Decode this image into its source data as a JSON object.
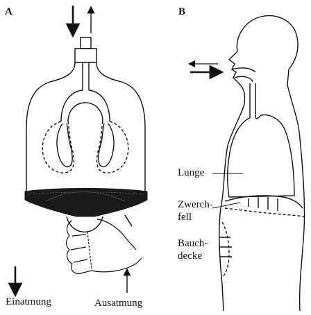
{
  "panel_a": {
    "letter": "A",
    "caption_inhale": "Einatmung",
    "caption_exhale": "Ausatmung"
  },
  "panel_b": {
    "letter": "B",
    "label_lung": "Lunge",
    "label_diaphragm_1": "Zwerch-",
    "label_diaphragm_2": "fell",
    "label_belly_1": "Bauch-",
    "label_belly_2": "decke"
  },
  "colors": {
    "ink": "#111111",
    "diaphragm_fill": "#1a1a1a",
    "background": "#ffffff"
  }
}
